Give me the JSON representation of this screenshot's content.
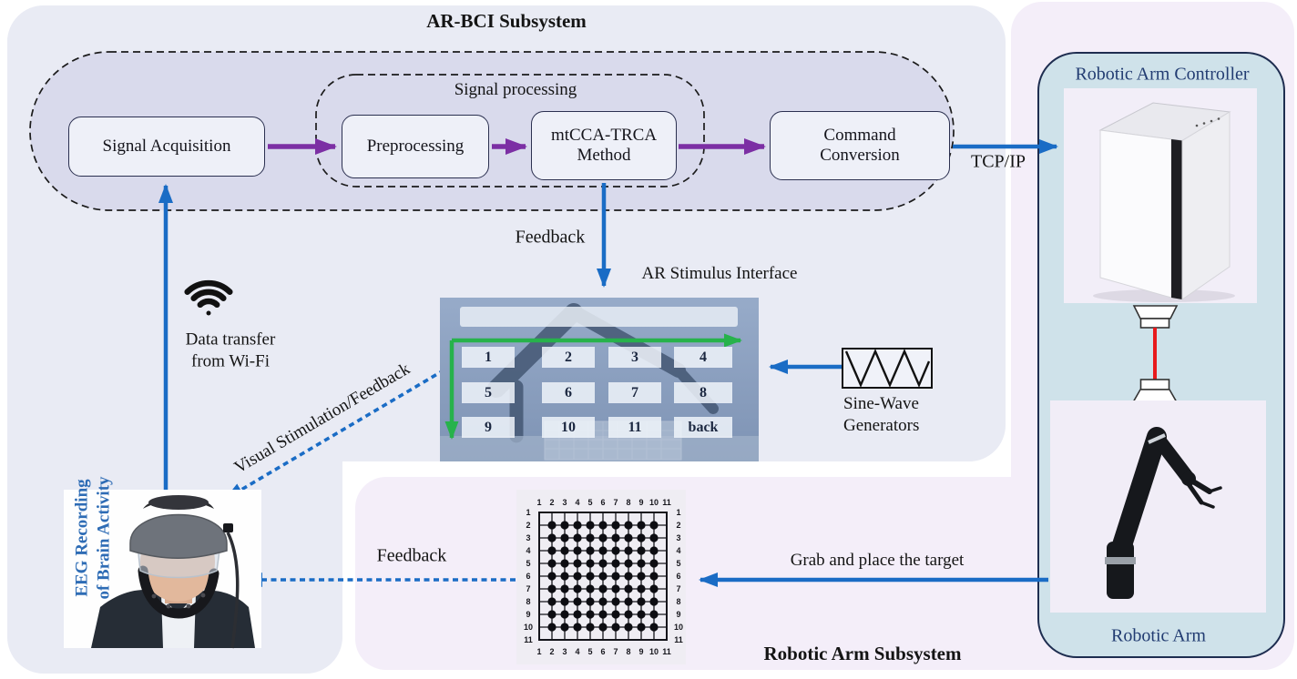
{
  "titles": {
    "ar_bci": "AR-BCI Subsystem",
    "robotic_arm_subsystem": "Robotic Arm Subsystem",
    "signal_processing": "Signal processing",
    "ar_stimulus_interface": "AR Stimulus Interface",
    "robotic_arm_controller": "Robotic Arm Controller",
    "robotic_arm": "Robotic Arm"
  },
  "boxes": {
    "signal_acquisition": "Signal Acquisition",
    "preprocessing": "Preprocessing",
    "mtcca_line1": "mtCCA-TRCA",
    "mtcca_line2": "Method",
    "command_line1": "Command",
    "command_line2": "Conversion"
  },
  "labels": {
    "tcp_ip": "TCP/IP",
    "feedback_top": "Feedback",
    "feedback_bottom": "Feedback",
    "data_transfer_line1": "Data transfer",
    "data_transfer_line2": "from Wi-Fi",
    "visual_stim": "Visual Stimulation/Feedback",
    "grab": "Grab and place the target",
    "sine_line1": "Sine-Wave",
    "sine_line2": "Generators",
    "eeg_line1": "EEG Recording",
    "eeg_line2": "of Brain Activity"
  },
  "ar_interface": {
    "cells": [
      "1",
      "2",
      "3",
      "4",
      "5",
      "6",
      "7",
      "8",
      "9",
      "10",
      "11",
      "back"
    ]
  },
  "board": {
    "size": 11,
    "labels": [
      "1",
      "2",
      "3",
      "4",
      "5",
      "6",
      "7",
      "8",
      "9",
      "10",
      "11"
    ],
    "dot_start": 2,
    "dot_end": 10
  },
  "colors": {
    "purple": "#7c2fa4",
    "blue": "#1a6cc5",
    "green": "#27b24b",
    "red": "#e8191c",
    "navy_text": "#223c72",
    "eeg_blue": "#2e6cb5",
    "ar_panel": "#e9ebf4",
    "pink_panel": "#f4eef9",
    "pill": "#d9daec",
    "blue_panel": "#cfe2ea",
    "blue_panel_border": "#1e2d50",
    "box_fill": "#eef0f8",
    "box_border": "#2b3050",
    "text": "#141414"
  }
}
